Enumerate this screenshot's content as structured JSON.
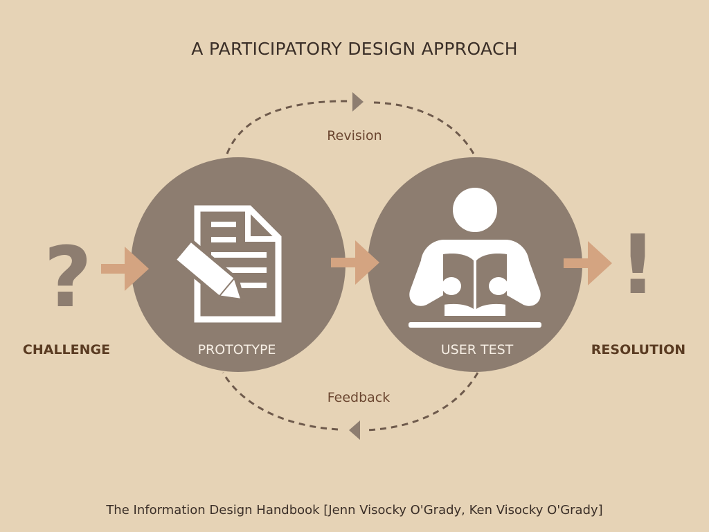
{
  "title": "A PARTICIPATORY DESIGN APPROACH",
  "loop": {
    "top_label": "Revision",
    "bottom_label": "Feedback"
  },
  "nodes": {
    "challenge": {
      "symbol": "?",
      "label": "CHALLENGE"
    },
    "prototype": {
      "label": "PROTOTYPE",
      "icon": "document-pencil-icon"
    },
    "user_test": {
      "label": "USER TEST",
      "icon": "person-reading-icon"
    },
    "resolution": {
      "symbol": "!",
      "label": "RESOLUTION"
    }
  },
  "credit": "The Information Design Handbook [Jenn Visocky O'Grady, Ken Visocky O'Grady]",
  "colors": {
    "background": "#e6d3b6",
    "circle": "#8d7d70",
    "arrow": "#d4a481",
    "dashed_path": "#6e5a4c",
    "symbol": "#8d7d70",
    "icon": "#ffffff"
  }
}
